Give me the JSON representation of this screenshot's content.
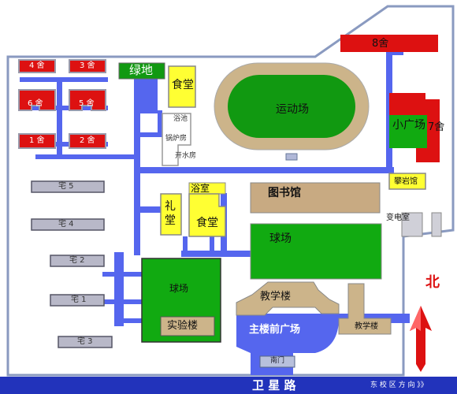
{
  "dorms": {
    "d8": "8舍",
    "d7": "7舍",
    "d4": "4 舍",
    "d3": "3 舍",
    "d6": "6 舍",
    "d5": "5 舍",
    "d1": "1 舍",
    "d2": "2 舍"
  },
  "residential": {
    "z5": "宅 5",
    "z4": "宅 4",
    "z2": "宅 2",
    "z1": "宅 1",
    "z3": "宅 3"
  },
  "buildings": {
    "green_land": "绿地",
    "canteen_north": "食堂",
    "bath_pool": "浴池",
    "boiler_room": "锅炉房",
    "water_room": "开水房",
    "stadium": "运动场",
    "small_square": "小广场",
    "climbing_hall": "攀岩馆",
    "substation": "变电室",
    "bathroom": "浴室",
    "library": "图书馆",
    "auditorium": "礼堂",
    "canteen_south": "食堂",
    "ball_court_east": "球场",
    "ball_court_west": "球场",
    "lab_building": "实验楼",
    "teaching_building_center": "教学楼",
    "teaching_building_east": "教学楼",
    "main_square": "主楼前广场",
    "south_gate": "南门"
  },
  "roads": {
    "weixing": "卫 星 路",
    "east_campus": "东 校 区 方 向 》》"
  },
  "compass": {
    "north": "北"
  },
  "colors": {
    "road": "#5566ee",
    "dorm_red": "#dd1111",
    "canteen_yellow": "#ffff33",
    "field_green": "#11aa11",
    "track_tan": "#ccb48a",
    "library_tan": "#c8aa82",
    "residential_gray": "#b8b8c8",
    "bottom_road": "#2233bb"
  }
}
